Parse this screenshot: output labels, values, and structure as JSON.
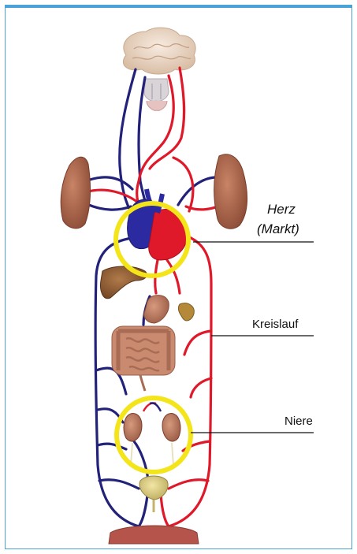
{
  "labels": {
    "herz": "Herz",
    "markt": "(Markt)",
    "kreislauf": "Kreislauf",
    "niere": "Niere"
  },
  "colors": {
    "frame": "#4aa3d8",
    "artery": "#e0192a",
    "vein": "#23227a",
    "highlight_ring": "#f3e519",
    "organ": "#b8705a"
  }
}
